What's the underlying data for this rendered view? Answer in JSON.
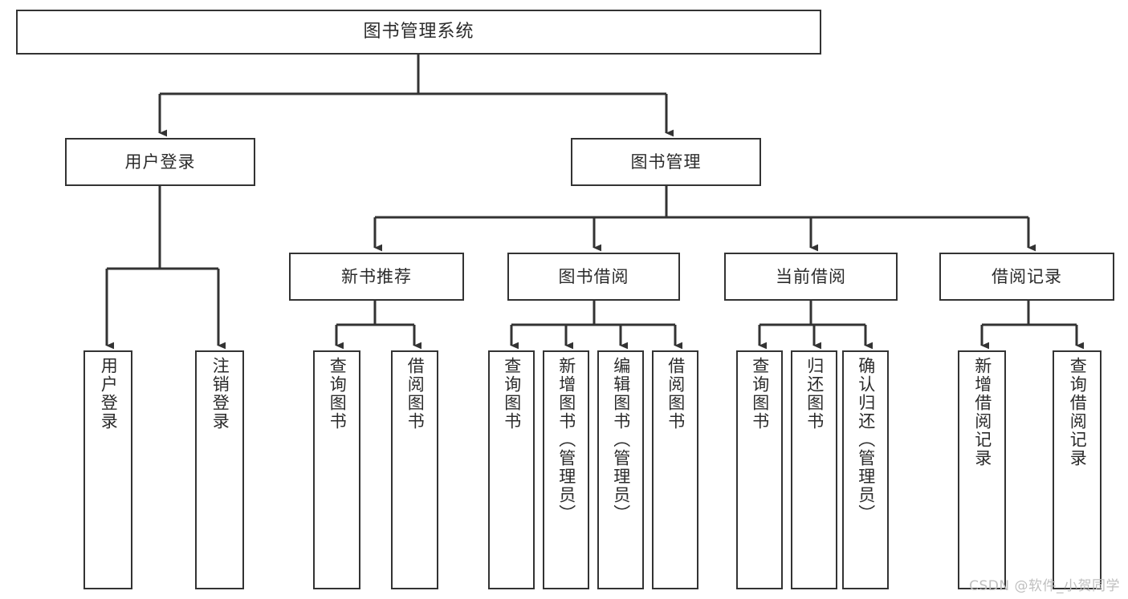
{
  "diagram": {
    "title": "图书管理系统",
    "type": "tree-structure-chart",
    "theme": {
      "background": "#ffffff",
      "node_border": "#333333",
      "node_fill": "#ffffff",
      "text": "#2b2b2b",
      "connector": "#333333",
      "watermark": "#bfbfbf"
    },
    "root": {
      "label": "图书管理系统"
    },
    "level1": [
      {
        "label": "用户登录"
      },
      {
        "label": "图书管理"
      }
    ],
    "user_login_children": [
      {
        "label": "用户登录"
      },
      {
        "label": "注销登录"
      }
    ],
    "level2": [
      {
        "label": "新书推荐"
      },
      {
        "label": "图书借阅"
      },
      {
        "label": "当前借阅"
      },
      {
        "label": "借阅记录"
      }
    ],
    "new_book_children": [
      {
        "label": "查询图书"
      },
      {
        "label": "借阅图书"
      }
    ],
    "borrow_children": [
      {
        "label": "查询图书"
      },
      {
        "label": "新增图书（管理员）"
      },
      {
        "label": "编辑图书（管理员）"
      },
      {
        "label": "借阅图书"
      }
    ],
    "current_borrow_children": [
      {
        "label": "查询图书"
      },
      {
        "label": "归还图书"
      },
      {
        "label": "确认归还（管理员）"
      }
    ],
    "record_children": [
      {
        "label": "新增借阅记录"
      },
      {
        "label": "查询借阅记录"
      }
    ],
    "watermark": "CSDN @软件_小贺同学"
  }
}
